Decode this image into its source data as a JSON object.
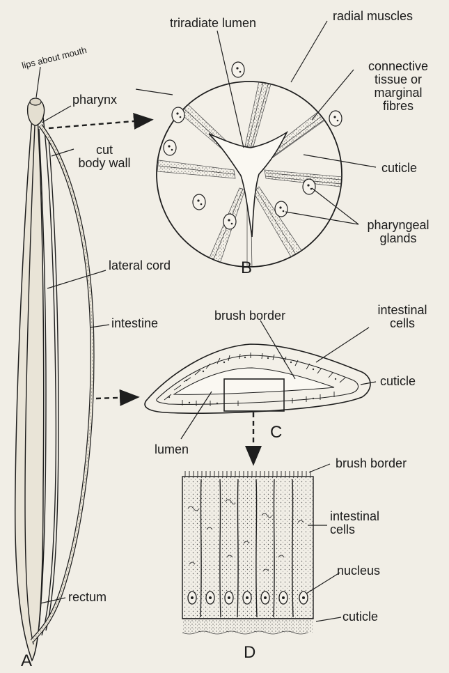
{
  "labels": {
    "lips_about_mouth": "lips about mouth",
    "pharynx": "pharynx",
    "cut_body_wall": "cut\nbody wall",
    "lateral_cord": "lateral cord",
    "intestine": "intestine",
    "rectum": "rectum",
    "triradiate_lumen": "triradiate lumen",
    "radial_muscles": "radial muscles",
    "connective_tissue": "connective\ntissue or\nmarginal\nfibres",
    "cuticle_b": "cuticle",
    "pharyngeal_glands": "pharyngeal\nglands",
    "brush_border_c": "brush border",
    "intestinal_cells_c": "intestinal\ncells",
    "cuticle_c": "cuticle",
    "lumen": "lumen",
    "brush_border_d": "brush border",
    "intestinal_cells_d": "intestinal\ncells",
    "nucleus": "nucleus",
    "cuticle_d": "cuticle"
  },
  "panels": {
    "a": "A",
    "b": "B",
    "c": "C",
    "d": "D"
  },
  "colors": {
    "ink": "#1e1e1e",
    "paper": "#f1eee6",
    "body_fill": "#e8e3d6"
  }
}
